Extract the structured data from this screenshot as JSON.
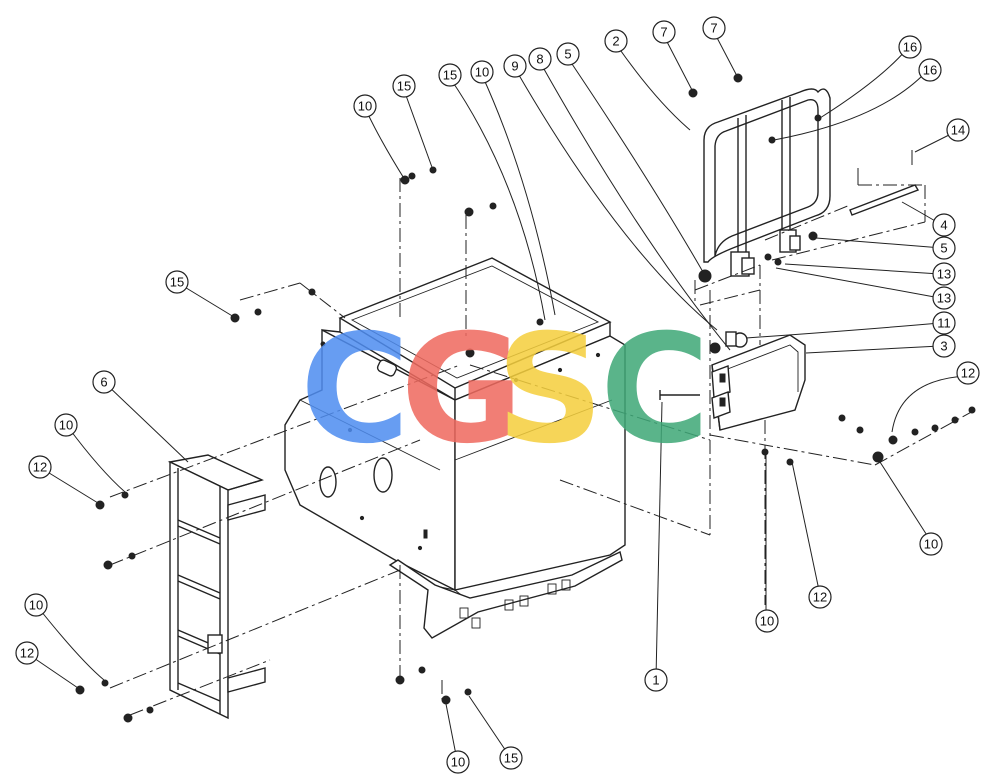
{
  "diagram": {
    "type": "exploded-parts-diagram",
    "callouts": [
      "1",
      "2",
      "3",
      "4",
      "5",
      "6",
      "7",
      "8",
      "9",
      "10",
      "11",
      "12",
      "13",
      "14",
      "15",
      "16"
    ]
  },
  "watermark": {
    "letters": [
      "C",
      "G",
      "S",
      "C"
    ],
    "colors": [
      "#4f8df0",
      "#ef6a5f",
      "#f5cf3d",
      "#3fa878"
    ]
  }
}
